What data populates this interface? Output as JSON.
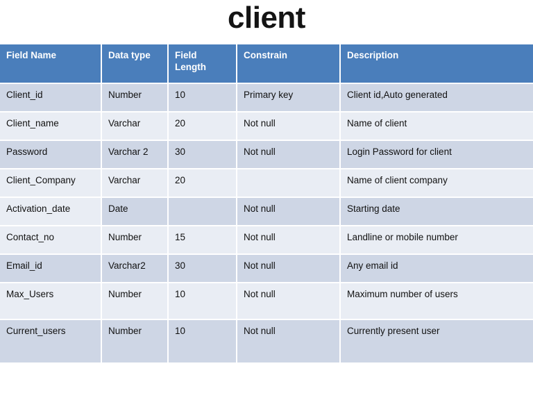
{
  "slide": {
    "title": "client"
  },
  "table": {
    "columns": [
      "Field Name",
      "Data type",
      "Field Length",
      "Constrain",
      "Description"
    ],
    "rows": [
      {
        "field_name": "Client_id",
        "data_type": "Number",
        "field_length": "10",
        "constrain": "Primary key",
        "description": "Client id,Auto generated"
      },
      {
        "field_name": "Client_name",
        "data_type": "Varchar",
        "field_length": "20",
        "constrain": "Not null",
        "description": "Name of client"
      },
      {
        "field_name": "Password",
        "data_type": "Varchar 2",
        "field_length": "30",
        "constrain": "Not null",
        "description": "Login Password for client"
      },
      {
        "field_name": "Client_Company",
        "data_type": "Varchar",
        "field_length": "20",
        "constrain": "",
        "description": "Name of client company"
      },
      {
        "field_name": "Activation_date",
        "data_type": "Date",
        "field_length": "",
        "constrain": "Not null",
        "description": "Starting date"
      },
      {
        "field_name": "Contact_no",
        "data_type": "Number",
        "field_length": "15",
        "constrain": "Not null",
        "description": "Landline or mobile number"
      },
      {
        "field_name": "Email_id",
        "data_type": "Varchar2",
        "field_length": "30",
        "constrain": "Not null",
        "description": "Any email id"
      },
      {
        "field_name": "Max_Users",
        "data_type": "Number",
        "field_length": "10",
        "constrain": "Not null",
        "description": "Maximum number of users"
      },
      {
        "field_name": "Current_users",
        "data_type": "Number",
        "field_length": "10",
        "constrain": "Not null",
        "description": "Currently present user"
      }
    ]
  },
  "colors": {
    "header_blue": "#4a7ebb",
    "band_dark": "#ced6e5",
    "band_light": "#e9edf4",
    "text": "#111111",
    "page_background": "#ffffff"
  }
}
